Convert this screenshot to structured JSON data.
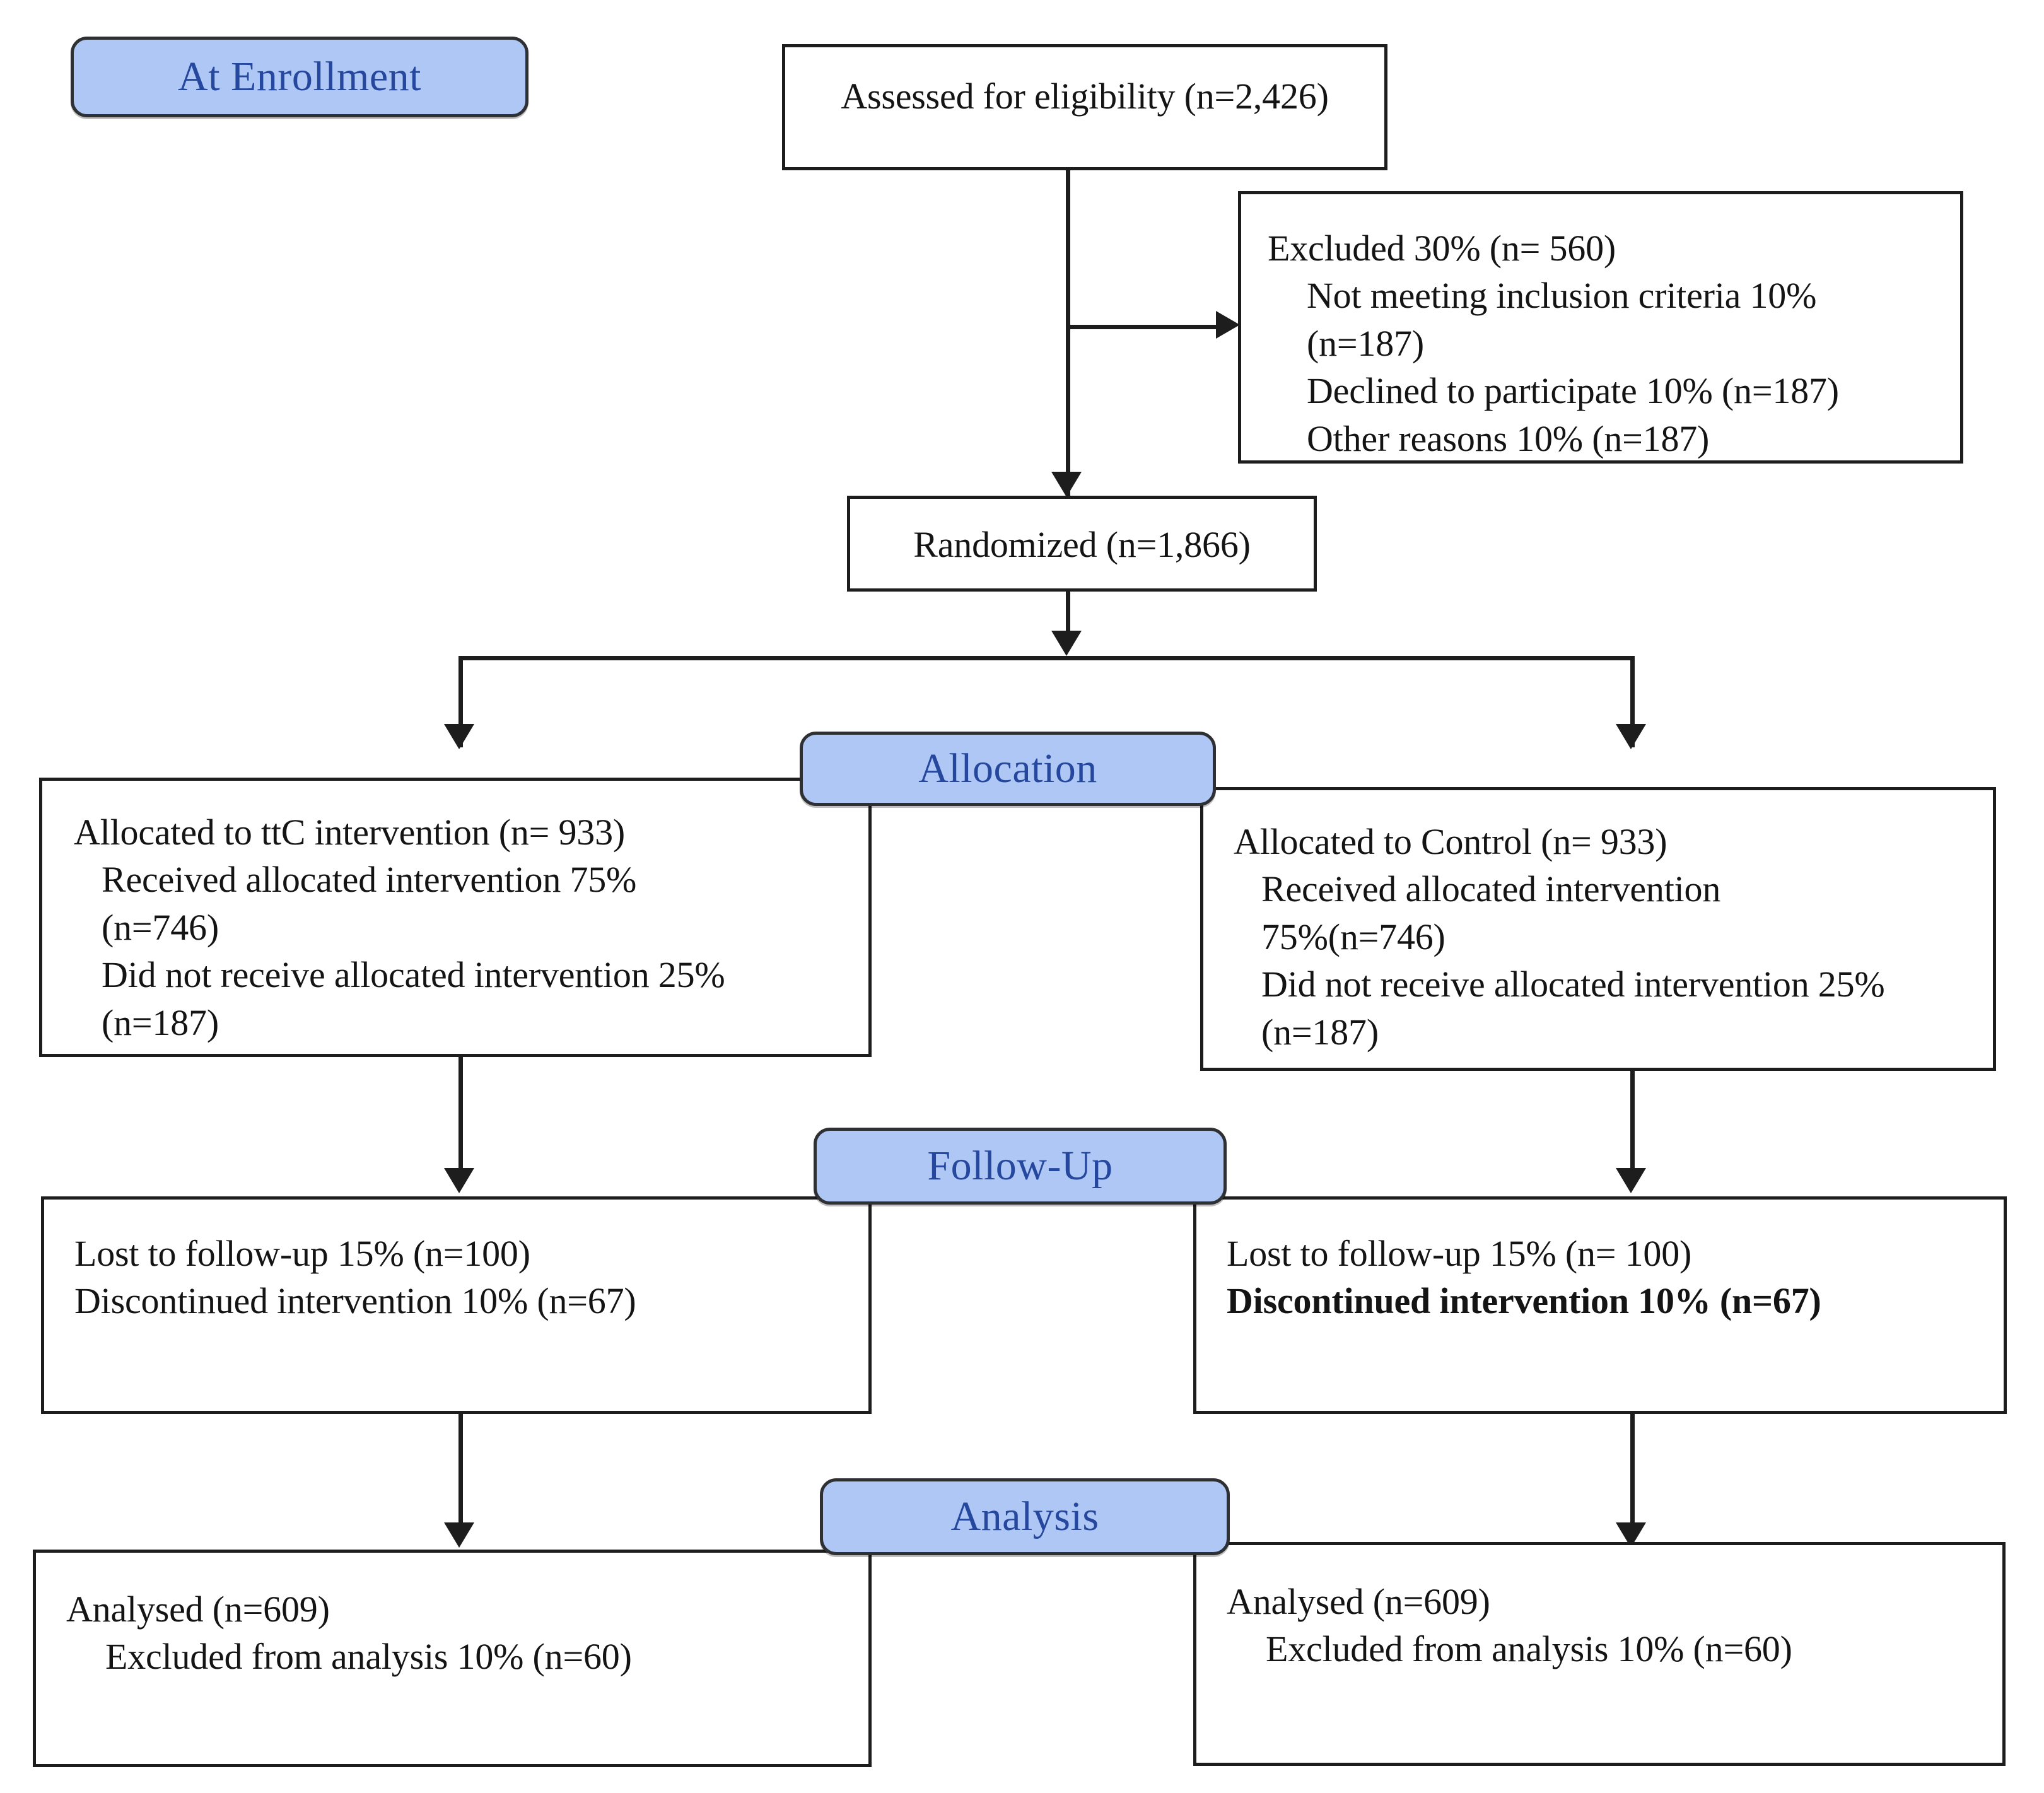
{
  "diagram": {
    "title": "CONSORT participant flow diagram",
    "accent_color": "#aec7f4",
    "badge_text_color": "#25479d",
    "line_color": "#1d1d1d",
    "box_text_color": "#141414"
  },
  "stages": {
    "enrollment": "At Enrollment",
    "allocation": "Allocation",
    "followup": "Follow-Up",
    "analysis": "Analysis"
  },
  "boxes": {
    "assessed": {
      "lines": [
        "Assessed for eligibility (n=2,426)"
      ]
    },
    "excluded": {
      "lines": [
        "Excluded 30% (n= 560)",
        "Not meeting inclusion criteria 10%",
        "(n=187)",
        "Declined to participate 10% (n=187)",
        "Other reasons 10% (n=187)"
      ]
    },
    "randomized": {
      "lines": [
        "Randomized (n=1,866)"
      ]
    },
    "allocated_intervention": {
      "lines": [
        "Allocated to ttC intervention (n= 933)",
        "Received allocated intervention 75%",
        "(n=746)",
        "Did not receive allocated intervention 25%",
        "(n=187)"
      ]
    },
    "allocated_control": {
      "lines": [
        "Allocated to Control (n= 933)",
        "Received allocated intervention",
        "75%(n=746)",
        "Did not receive allocated intervention 25%",
        "(n=187)"
      ]
    },
    "followup_intervention": {
      "lines": [
        "Lost to follow-up 15% (n=100)",
        "Discontinued intervention 10% (n=67)"
      ]
    },
    "followup_control": {
      "lines": [
        "Lost to follow-up 15% (n= 100)",
        "Discontinued intervention 10% (n=67)"
      ]
    },
    "analysis_intervention": {
      "lines": [
        "Analysed (n=609)",
        "Excluded from analysis 10% (n=60)"
      ]
    },
    "analysis_control": {
      "lines": [
        "Analysed (n=609)",
        "Excluded from analysis 10% (n=60)"
      ]
    }
  }
}
